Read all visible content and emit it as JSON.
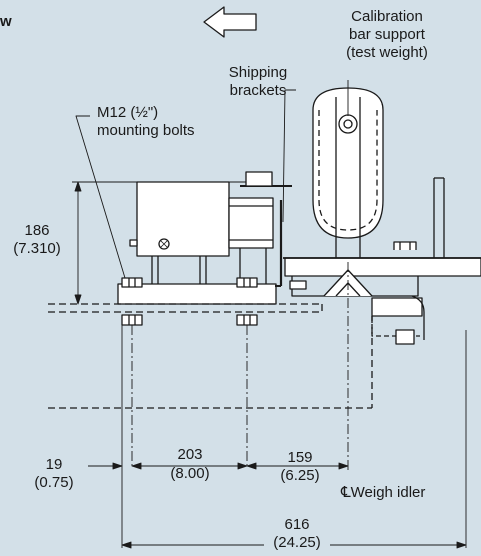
{
  "labels": {
    "corner_fragment": "w",
    "calibration": [
      "Calibration",
      "bar support",
      "(test weight)"
    ],
    "shipping": [
      "Shipping",
      "brackets"
    ],
    "bolts": [
      "M12 (½\")",
      "mounting bolts"
    ],
    "dim_186": [
      "186",
      "(7.310)"
    ],
    "dim_19": [
      "19",
      "(0.75)"
    ],
    "dim_203": [
      "203",
      "(8.00)"
    ],
    "dim_159": [
      "159",
      "(6.25)"
    ],
    "dim_616": [
      "616",
      "(24.25)"
    ],
    "weigh_idler": "℄Weigh idler"
  },
  "colors": {
    "background": "#d3e0e8",
    "line": "#1a1a1a",
    "fill": "#ffffff"
  },
  "icons": {
    "direction": "left-arrow-icon"
  }
}
